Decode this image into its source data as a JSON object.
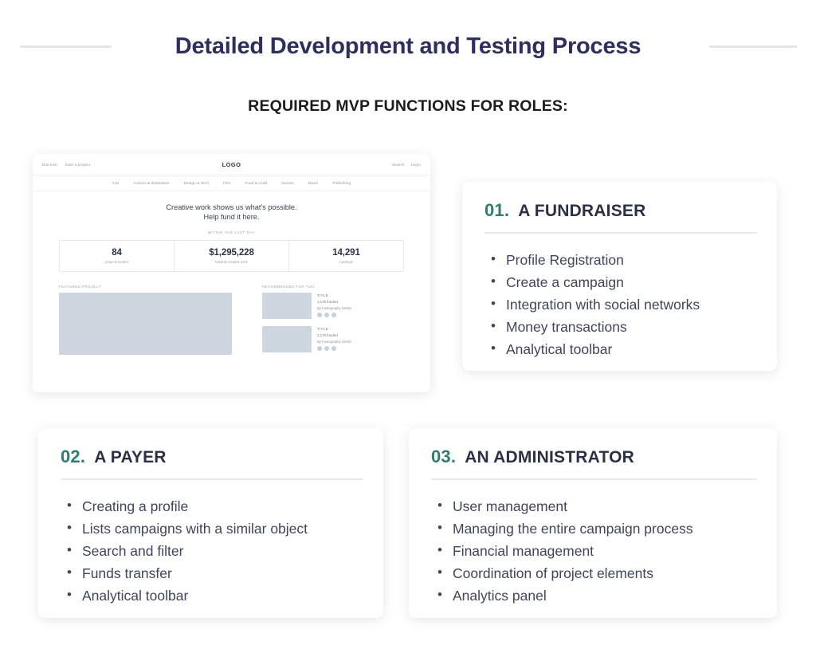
{
  "header": {
    "title": "Detailed Development and Testing Process",
    "subtitle": "REQUIRED MVP FUNCTIONS FOR ROLES:"
  },
  "colors": {
    "title": "#2e2f5e",
    "accent_teal": "#2f7d70",
    "card_title": "#2b3045",
    "body_text": "#3f4659",
    "rule": "#e4e6eb",
    "placeholder": "#cdd5df"
  },
  "mockup": {
    "top_nav_left": [
      "Discover",
      "Start a project"
    ],
    "logo": "LOGO",
    "top_nav_right": [
      "Search",
      "Login"
    ],
    "categories": [
      "Arts",
      "Comics & Illustration",
      "Design & Tech",
      "Film",
      "Food & Craft",
      "Games",
      "Music",
      "Publishing"
    ],
    "hero_line_1": "Creative work shows us what's possible.",
    "hero_line_2": "Help fund it here.",
    "stats_kicker": "WITHIN THE LAST DAY",
    "stats": [
      {
        "value": "84",
        "label": "projects funded"
      },
      {
        "value": "$1,295,228",
        "label": "towards creative work"
      },
      {
        "value": "14,291",
        "label": "backings"
      }
    ],
    "featured_label": "FEATURED PROJECT",
    "recommended_label": "RECOMMENDED FOR YOU",
    "recommended": [
      {
        "title": "TITLE",
        "funded": "1,175 funded",
        "by": "By Footography GmbH"
      },
      {
        "title": "TITLE",
        "funded": "1,175 funded",
        "by": "By Footography GmbH"
      }
    ]
  },
  "roles": [
    {
      "number": "01.",
      "title": "A FUNDRAISER",
      "items": [
        "Profile Registration",
        "Create a campaign",
        "Integration with social networks",
        "Money transactions",
        "Analytical toolbar"
      ]
    },
    {
      "number": "02.",
      "title": "A PAYER",
      "items": [
        "Creating a profile",
        "Lists campaigns with a similar object",
        "Search and filter",
        "Funds transfer",
        "Analytical toolbar"
      ]
    },
    {
      "number": "03.",
      "title": "AN ADMINISTRATOR",
      "items": [
        "User management",
        "Managing the entire campaign process",
        "Financial management",
        "Coordination of project elements",
        "Analytics panel"
      ]
    }
  ]
}
